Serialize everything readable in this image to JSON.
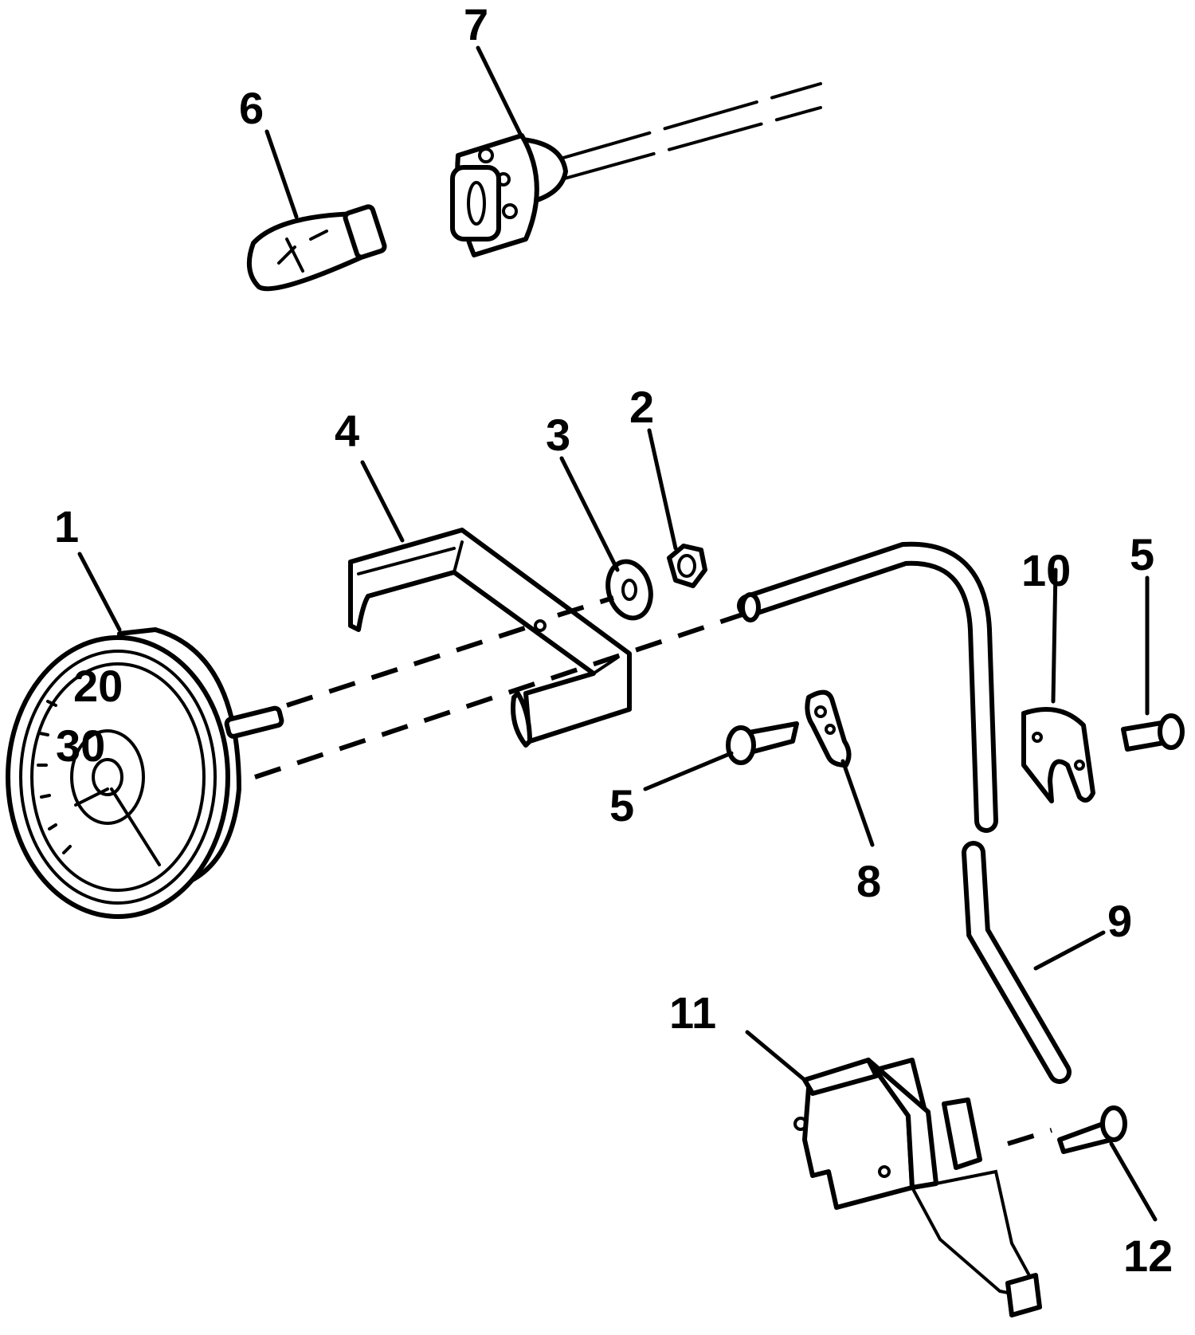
{
  "labels": {
    "l1": "1",
    "l2": "2",
    "l3": "3",
    "l4": "4",
    "l5a": "5",
    "l5b": "5",
    "l6": "6",
    "l7": "7",
    "l8": "8",
    "l9": "9",
    "l10": "10",
    "l11": "11",
    "l12": "12"
  },
  "gauge_ticks": {
    "t1": "20",
    "t2": "30"
  }
}
